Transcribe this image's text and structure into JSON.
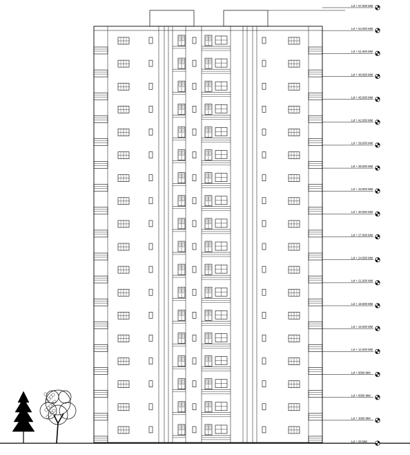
{
  "drawing": {
    "floors": 18,
    "line_color": "#000000",
    "background": "#ffffff"
  },
  "levels": [
    {
      "label": "Lvl + 57.000 MM"
    },
    {
      "label": "Lvl + 54.000 MM"
    },
    {
      "label": "Lvl + 51.000 MM"
    },
    {
      "label": "Lvl + 48.000 MM"
    },
    {
      "label": "Lvl + 45.000 MM"
    },
    {
      "label": "Lvl + 42.000 MM"
    },
    {
      "label": "Lvl + 39.000 MM"
    },
    {
      "label": "Lvl + 36.000 MM"
    },
    {
      "label": "Lvl + 33.000 MM"
    },
    {
      "label": "Lvl + 30.000 MM"
    },
    {
      "label": "Lvl + 27.000 MM"
    },
    {
      "label": "Lvl + 24.000 MM"
    },
    {
      "label": "Lvl + 21.000 MM"
    },
    {
      "label": "Lvl + 18.000 MM"
    },
    {
      "label": "Lvl + 15.000 MM"
    },
    {
      "label": "Lvl + 12.000 MM"
    },
    {
      "label": "Lvl + 9000 MM"
    },
    {
      "label": "Lvl + 6000 MM"
    },
    {
      "label": "Lvl + 3000 MM"
    },
    {
      "label": "Lvl + 00 MM"
    }
  ],
  "icons": {
    "level_marker": "level-marker-icon",
    "tree": "tree-icon"
  }
}
